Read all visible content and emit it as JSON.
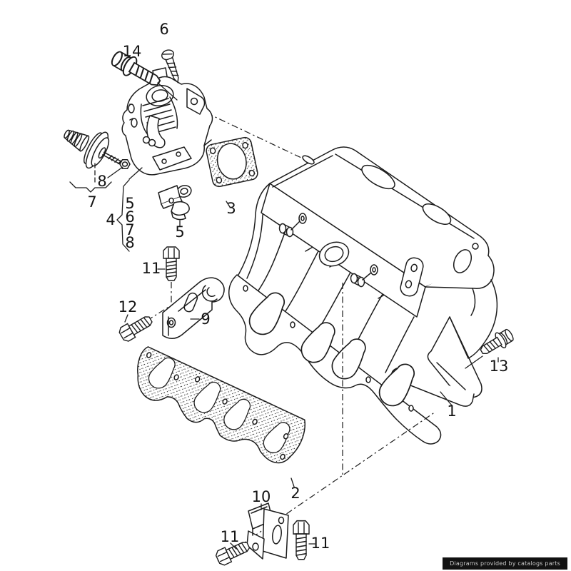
{
  "image": {
    "type": "exploded-parts-diagram",
    "subject": "intake manifold assembly with throttle body, gaskets, brackets and bolts",
    "background": "#ffffff",
    "line_color": "#1c1c1c"
  },
  "diagram": {
    "callouts": [
      {
        "label": "6"
      },
      {
        "label": "14"
      },
      {
        "label": "8"
      },
      {
        "label": "7"
      },
      {
        "label": "4"
      },
      {
        "label": "5"
      },
      {
        "label": "6"
      },
      {
        "label": "7"
      },
      {
        "label": "8"
      },
      {
        "label": "3"
      },
      {
        "label": "5"
      },
      {
        "label": "11"
      },
      {
        "label": "12"
      },
      {
        "label": "9"
      },
      {
        "label": "13"
      },
      {
        "label": "1"
      },
      {
        "label": "2"
      },
      {
        "label": "10"
      },
      {
        "label": "11"
      },
      {
        "label": "11"
      }
    ]
  },
  "watermark": {
    "text": "Diagrams provided by catalogs parts",
    "background": "#121212",
    "color": "#c9c9c9"
  }
}
